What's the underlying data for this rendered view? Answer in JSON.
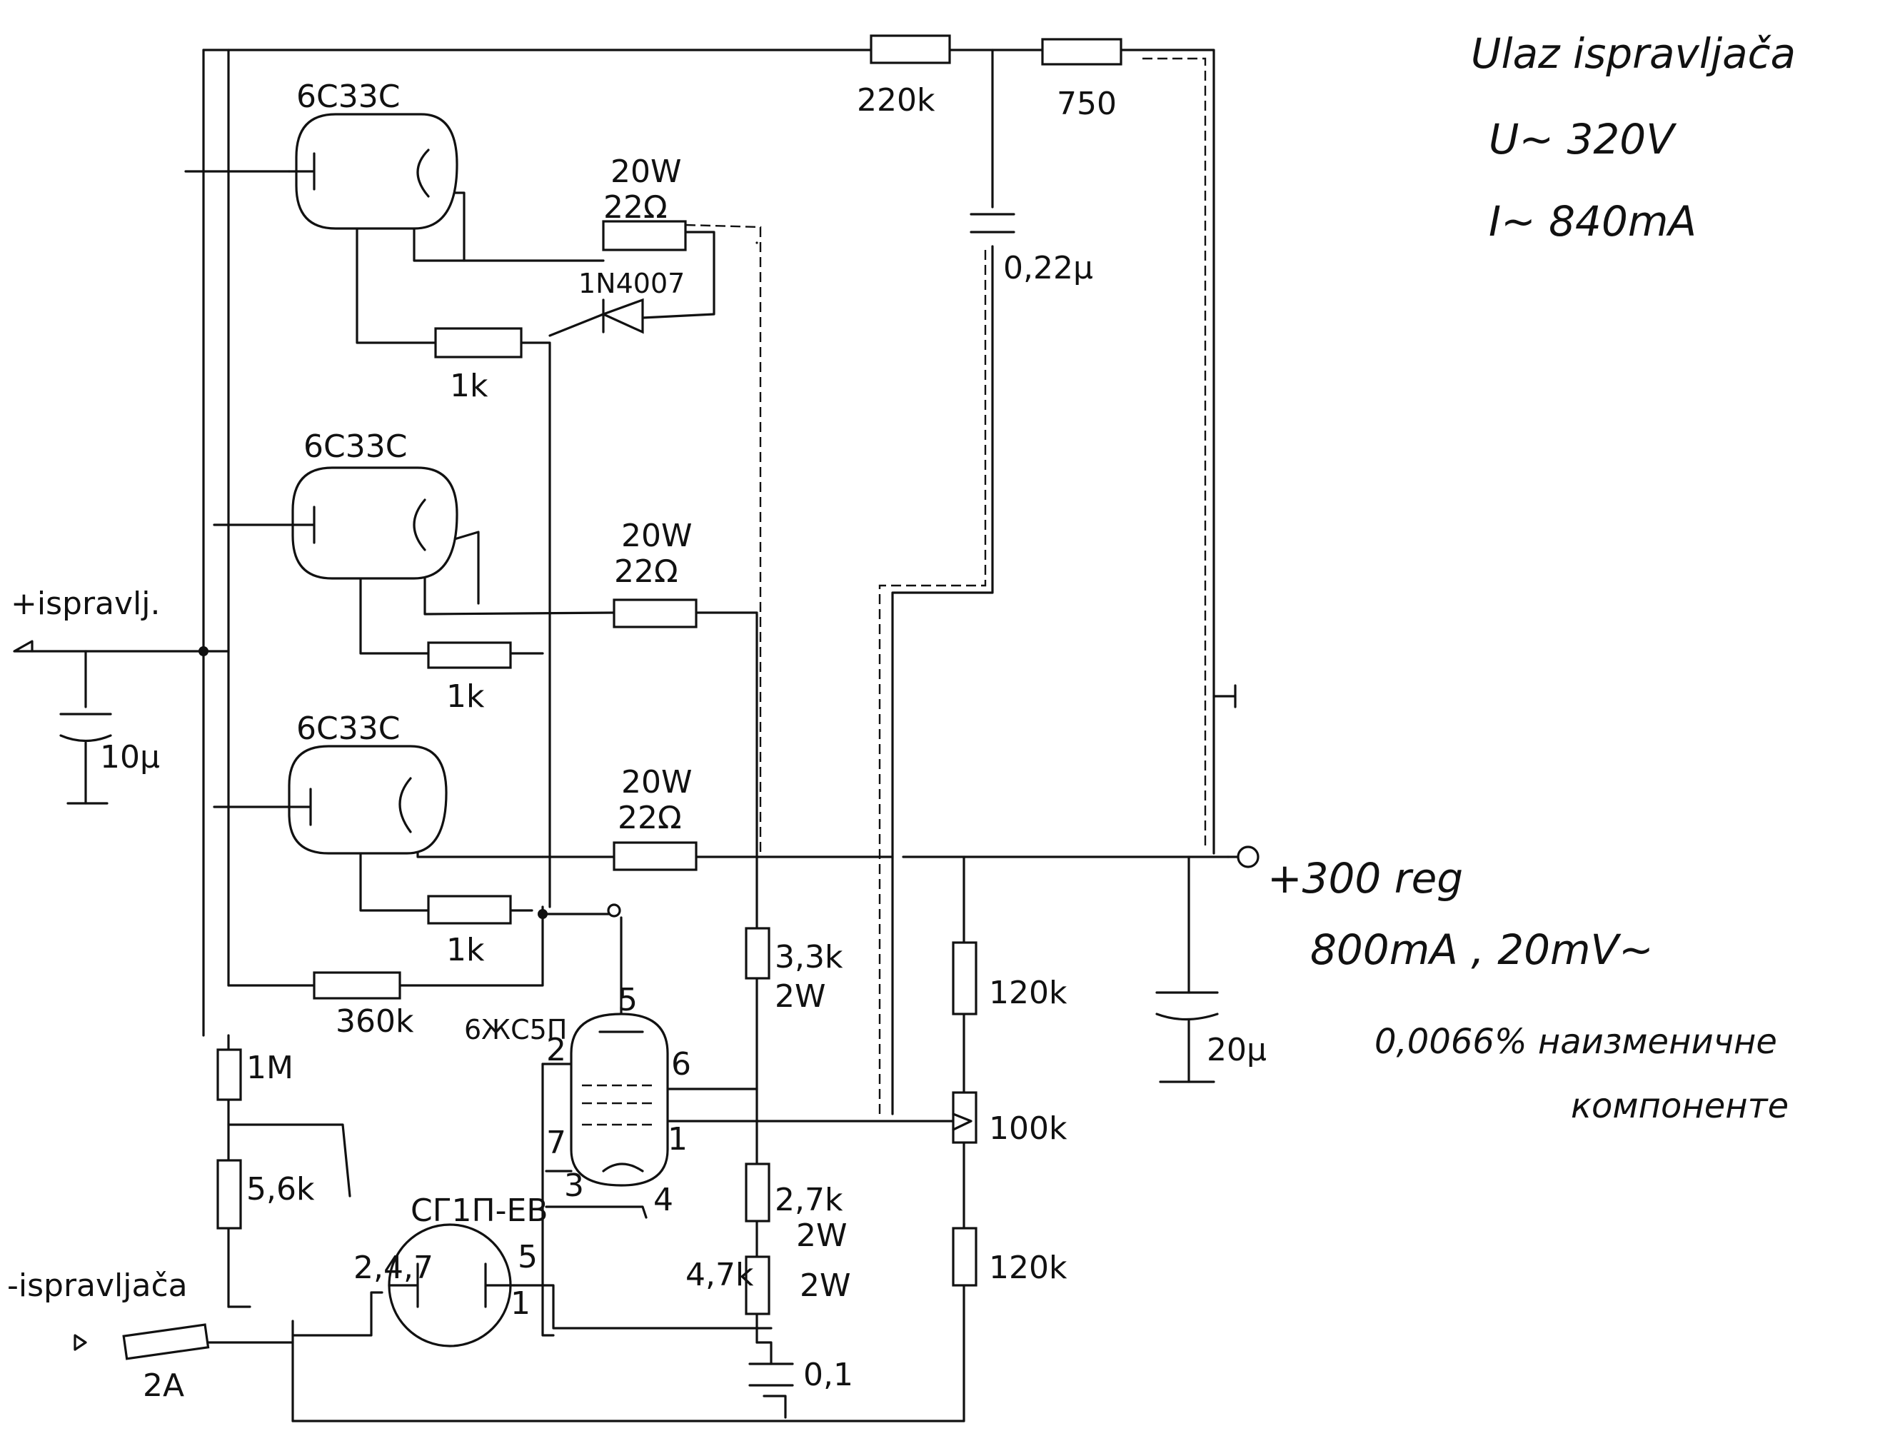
{
  "notes": {
    "input_title": "Ulaz ispravljača",
    "input_voltage": "U~ 320V",
    "input_current": "I~ 840mA",
    "out_terminal": "+300 reg",
    "out_spec": "800mA , 20mV~",
    "distortion_line1": "0,0066% наизменичне",
    "distortion_line2": "компоненте"
  },
  "tubes": {
    "t1": "6C33C",
    "t2": "6C33C",
    "t3": "6C33C",
    "pentode": "6ЖС5П",
    "reference": "СГ1П-ЕВ"
  },
  "parts": {
    "r_220k": "220k",
    "r_750": "750",
    "c_022": "0,22μ",
    "r_22_1_power": "20W",
    "r_22_1": "22Ω",
    "d_1n4007": "1N4007",
    "r_1k_1": "1k",
    "r_22_2_power": "20W",
    "r_22_2": "22Ω",
    "r_1k_2": "1k",
    "r_22_3_power": "20W",
    "r_22_3": "22Ω",
    "r_1k_3": "1k",
    "r_360k": "360k",
    "r_1m": "1M",
    "r_5k6": "5,6k",
    "r_3k3": "3,3k",
    "r_3k3_power": "2W",
    "r_2k7": "2,7k",
    "r_2k7_power": "2W",
    "r_4k7": "4,7k",
    "r_4k7_power": "2W",
    "c_01": "0,1",
    "r_120k_top": "120k",
    "pot_100k": "100k",
    "r_120k_bot": "120k",
    "c_10u": "10μ",
    "c_20u": "20μ",
    "fuse": "2A",
    "plus_in": "+ispravlj.",
    "minus_in": "-ispravljača"
  },
  "pins": {
    "p5": "5",
    "p2": "2",
    "p6": "6",
    "p7": "7",
    "p1": "1",
    "p3": "3",
    "p4": "4",
    "ref_anode": "2,4,7",
    "ref_k5": "5",
    "ref_k1": "1"
  }
}
